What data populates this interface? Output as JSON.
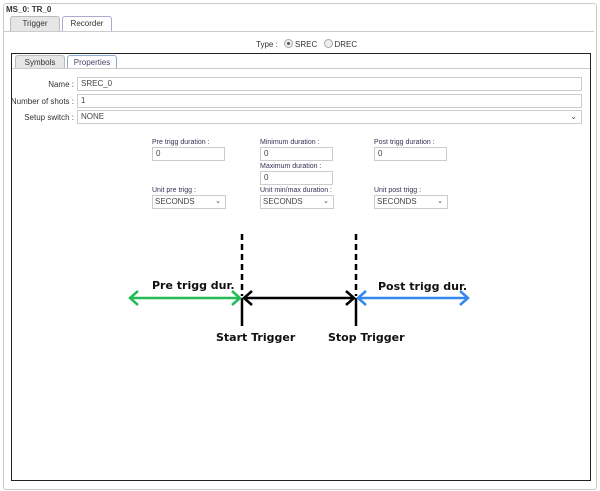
{
  "window": {
    "title": "MS_0: TR_0"
  },
  "tabs": [
    {
      "label": "Trigger"
    },
    {
      "label": "Recorder"
    }
  ],
  "type": {
    "label": "Type :",
    "options": [
      {
        "label": "SREC",
        "selected": true
      },
      {
        "label": "DREC",
        "selected": false
      }
    ]
  },
  "inner_tabs": [
    {
      "label": "Symbols"
    },
    {
      "label": "Properties"
    }
  ],
  "form": {
    "name": {
      "label": "Name :",
      "value": "SREC_0"
    },
    "shots": {
      "label": "Number of shots :",
      "value": "1"
    },
    "setup": {
      "label": "Setup switch :",
      "value": "NONE"
    }
  },
  "durations": {
    "pre": {
      "label": "Pre trigg duration :",
      "value": "0"
    },
    "min": {
      "label": "Minimum duration :",
      "value": "0"
    },
    "max": {
      "label": "Maximum duration :",
      "value": "0"
    },
    "post": {
      "label": "Post trigg duration :",
      "value": "0"
    },
    "unit_pre": {
      "label": "Unit pre trigg :",
      "value": "SECONDS"
    },
    "unit_minmax": {
      "label": "Unit min/max duration :",
      "value": "SECONDS"
    },
    "unit_post": {
      "label": "Unit post trigg :",
      "value": "SECONDS"
    }
  },
  "diagram": {
    "pre_label": "Pre trigg dur.",
    "post_label": "Post trigg dur.",
    "start_label": "Start Trigger",
    "stop_label": "Stop Trigger",
    "colors": {
      "pre": "#22bb55",
      "mid": "#000000",
      "post": "#3388ee"
    }
  }
}
